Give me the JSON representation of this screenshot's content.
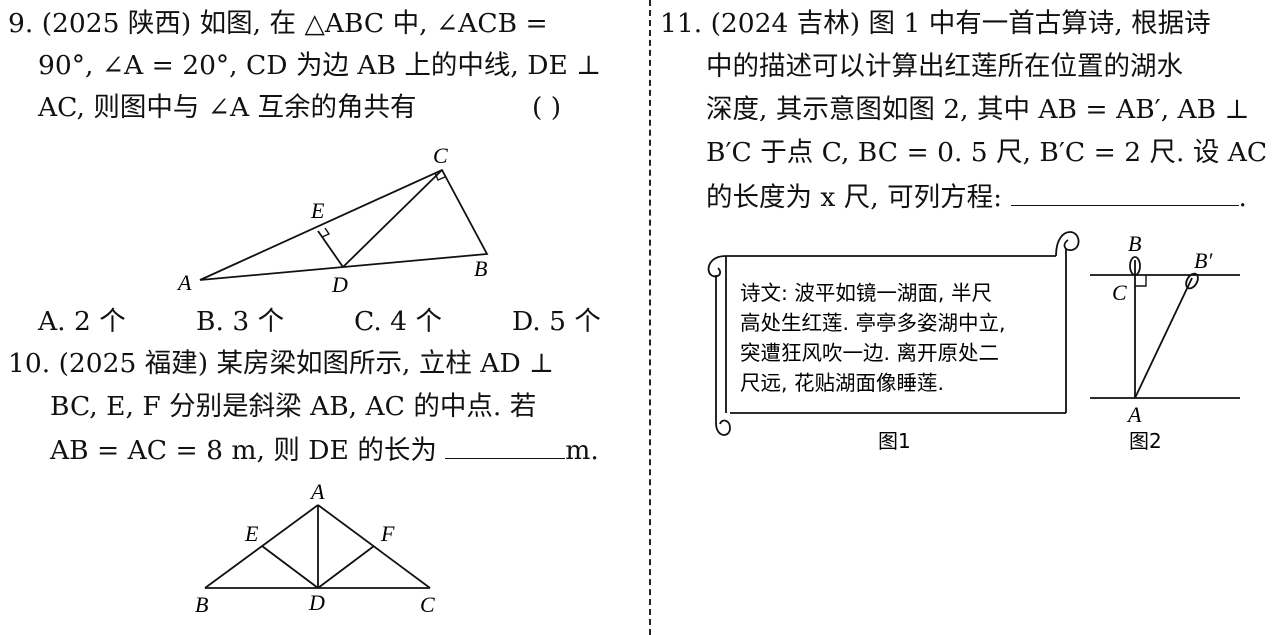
{
  "q9": {
    "lines": [
      "9. (2025 陕西) 如图, 在 △ABC 中, ∠ACB =",
      "90°, ∠A = 20°, CD 为边 AB 上的中线, DE ⊥",
      "AC, 则图中与 ∠A 互余的角共有"
    ],
    "paren": "(        )",
    "labels": {
      "A": "A",
      "B": "B",
      "C": "C",
      "D": "D",
      "E": "E"
    },
    "choices": [
      "A. 2 个",
      "B. 3 个",
      "C. 4 个",
      "D. 5 个"
    ]
  },
  "q10": {
    "lines": [
      "10. (2025 福建) 某房梁如图所示, 立柱 AD ⊥",
      "BC, E, F 分别是斜梁 AB, AC 的中点. 若",
      "AB = AC = 8 m, 则 DE 的长为"
    ],
    "unit": "m.",
    "labels": {
      "A": "A",
      "B": "B",
      "C": "C",
      "D": "D",
      "E": "E",
      "F": "F"
    }
  },
  "q11": {
    "lines": [
      "11. (2024 吉林) 图 1 中有一首古算诗, 根据诗",
      "中的描述可以计算出红莲所在位置的湖水",
      "深度, 其示意图如图 2, 其中 AB = AB′, AB ⊥",
      "B′C 于点 C, BC = 0. 5 尺, B′C = 2 尺. 设 AC",
      "的长度为 x 尺, 可列方程:"
    ],
    "end_mark": ".",
    "poem": [
      "诗文: 波平如镜一湖面, 半尺",
      "高处生红莲. 亭亭多姿湖中立,",
      "突遭狂风吹一边. 离开原处二",
      "尺远, 花贴湖面像睡莲."
    ],
    "fig1_caption": "图1",
    "fig2_caption": "图2",
    "labels": {
      "A": "A",
      "B": "B",
      "Bp": "B′",
      "C": "C"
    }
  }
}
